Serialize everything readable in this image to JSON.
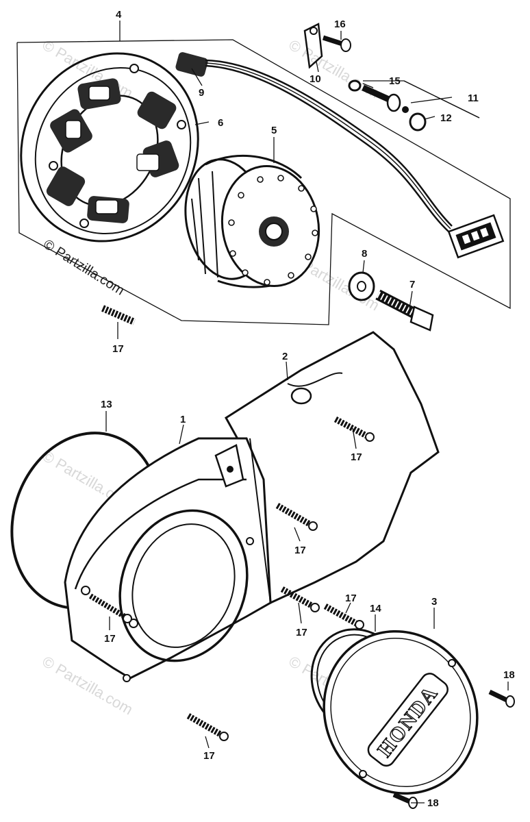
{
  "callouts": {
    "c1": "1",
    "c2": "2",
    "c3": "3",
    "c4": "4",
    "c5": "5",
    "c6": "6",
    "c7": "7",
    "c8": "8",
    "c9": "9",
    "c10": "10",
    "c11": "11",
    "c12": "12",
    "c13": "13",
    "c14": "14",
    "c15": "15",
    "c16": "16",
    "c17a": "17",
    "c17b": "17",
    "c17c": "17",
    "c17d": "17",
    "c17e": "17",
    "c17f": "17",
    "c17g": "17",
    "c18a": "18",
    "c18b": "18"
  },
  "cover_logo": "HONDA",
  "watermark": {
    "main": "© Partzilla.com",
    "repeat": "© Partzilla.com"
  },
  "colors": {
    "ink": "#111111",
    "paper": "#ffffff",
    "watermark": "#d8d8d8"
  }
}
